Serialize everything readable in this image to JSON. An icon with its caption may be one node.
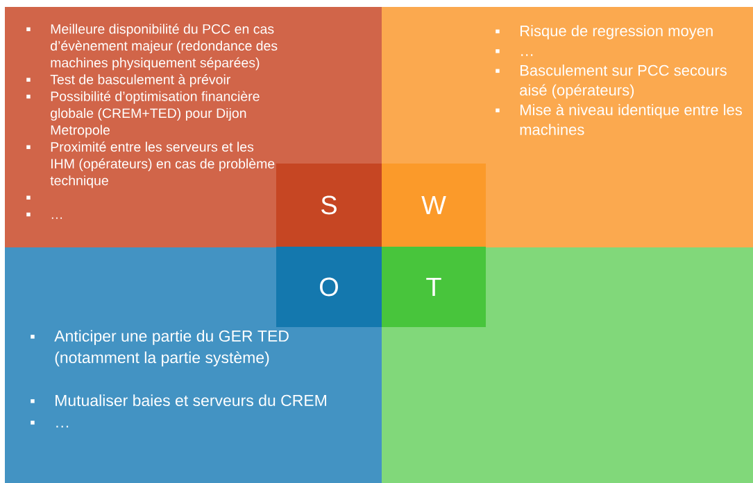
{
  "diagram": {
    "nodes": [
      {
        "text": [
          "Meilleure disponibilité du PCC en cas d’évènement majeur (redondance des machines physiquement séparées)",
          "Test de basculement à prévoir",
          "Possibilité d’optimisation financière globale (CREM+TED) pour Dijon Metropole",
          "Proximité entre les serveurs et les IHM (opérateurs) en cas de problème technique",
          "…"
        ]
      },
      {
        "text": [
          "Risque de regression moyen",
          "…",
          "Basculement sur PCC secours aisé (opérateurs)",
          "Mise à niveau identique entre les machines"
        ]
      },
      {
        "text": [
          "S"
        ],
        "in": 0
      },
      {
        "text": [
          "W"
        ],
        "in": 1
      },
      {
        "text": [
          "Anticiper une partie du GER TED (notamment la partie système)",
          "Mutualiser baies et serveurs du CREM",
          "…"
        ]
      },
      {
        "text": [],
        "shape": "box"
      },
      {
        "text": [
          "O"
        ],
        "in": 4
      },
      {
        "text": [
          "T"
        ],
        "in": 5
      }
    ]
  }
}
